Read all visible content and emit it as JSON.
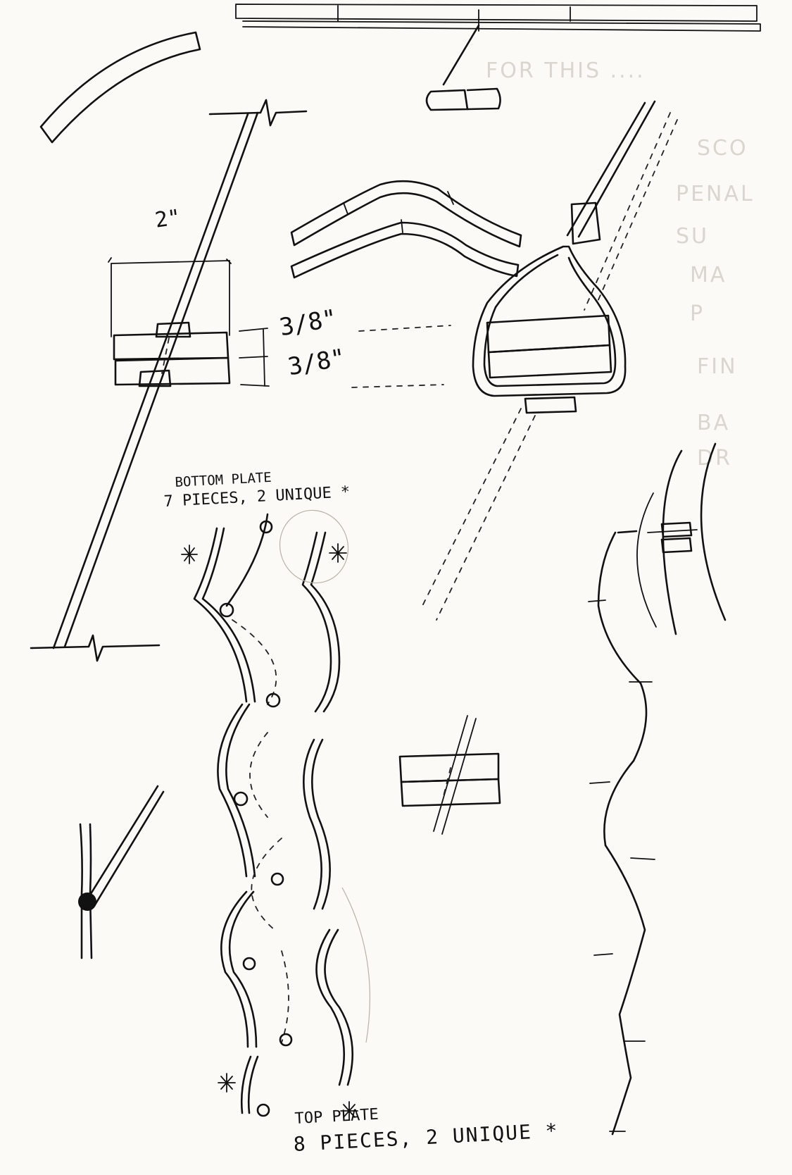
{
  "annotations": {
    "dim_width": "2\"",
    "dim_height_1": "3/8\"",
    "dim_height_2": "3/8\"",
    "bottom_plate_title": "BOTTOM PLATE",
    "bottom_plate_count": "7 PIECES, 2 UNIQUE *",
    "top_plate_title": "TOP PLATE",
    "top_plate_count": "8 PIECES, 2 UNIQUE *"
  },
  "colors": {
    "ink": "#111111",
    "paper": "#fbfaf6",
    "bleed_through": "#d9d6cf"
  }
}
